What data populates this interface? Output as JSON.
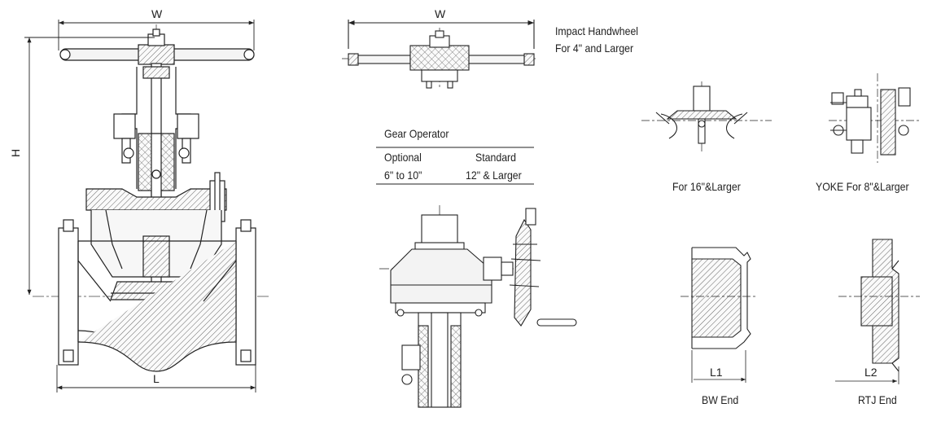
{
  "dimensions": {
    "main_width": "W",
    "main_height": "H",
    "main_length": "L",
    "handwheel_width": "W",
    "bw_length": "L1",
    "rtj_length": "L2"
  },
  "impact_handwheel": {
    "line1": "Impact Handwheel",
    "line2": "For 4\" and Larger"
  },
  "gear_operator": {
    "title": "Gear Operator",
    "col1_header": "Optional",
    "col1_value": "6\" to 10\"",
    "col2_header": "Standard",
    "col2_value": "12\" & Larger"
  },
  "captions": {
    "large_stem": "For 16\"&Larger",
    "yoke": "YOKE For 8\"&Larger",
    "bw_end": "BW End",
    "rtj_end": "RTJ End"
  },
  "colors": {
    "line": "#222222",
    "hatch": "#777777",
    "fill": "#f2f2f2"
  }
}
